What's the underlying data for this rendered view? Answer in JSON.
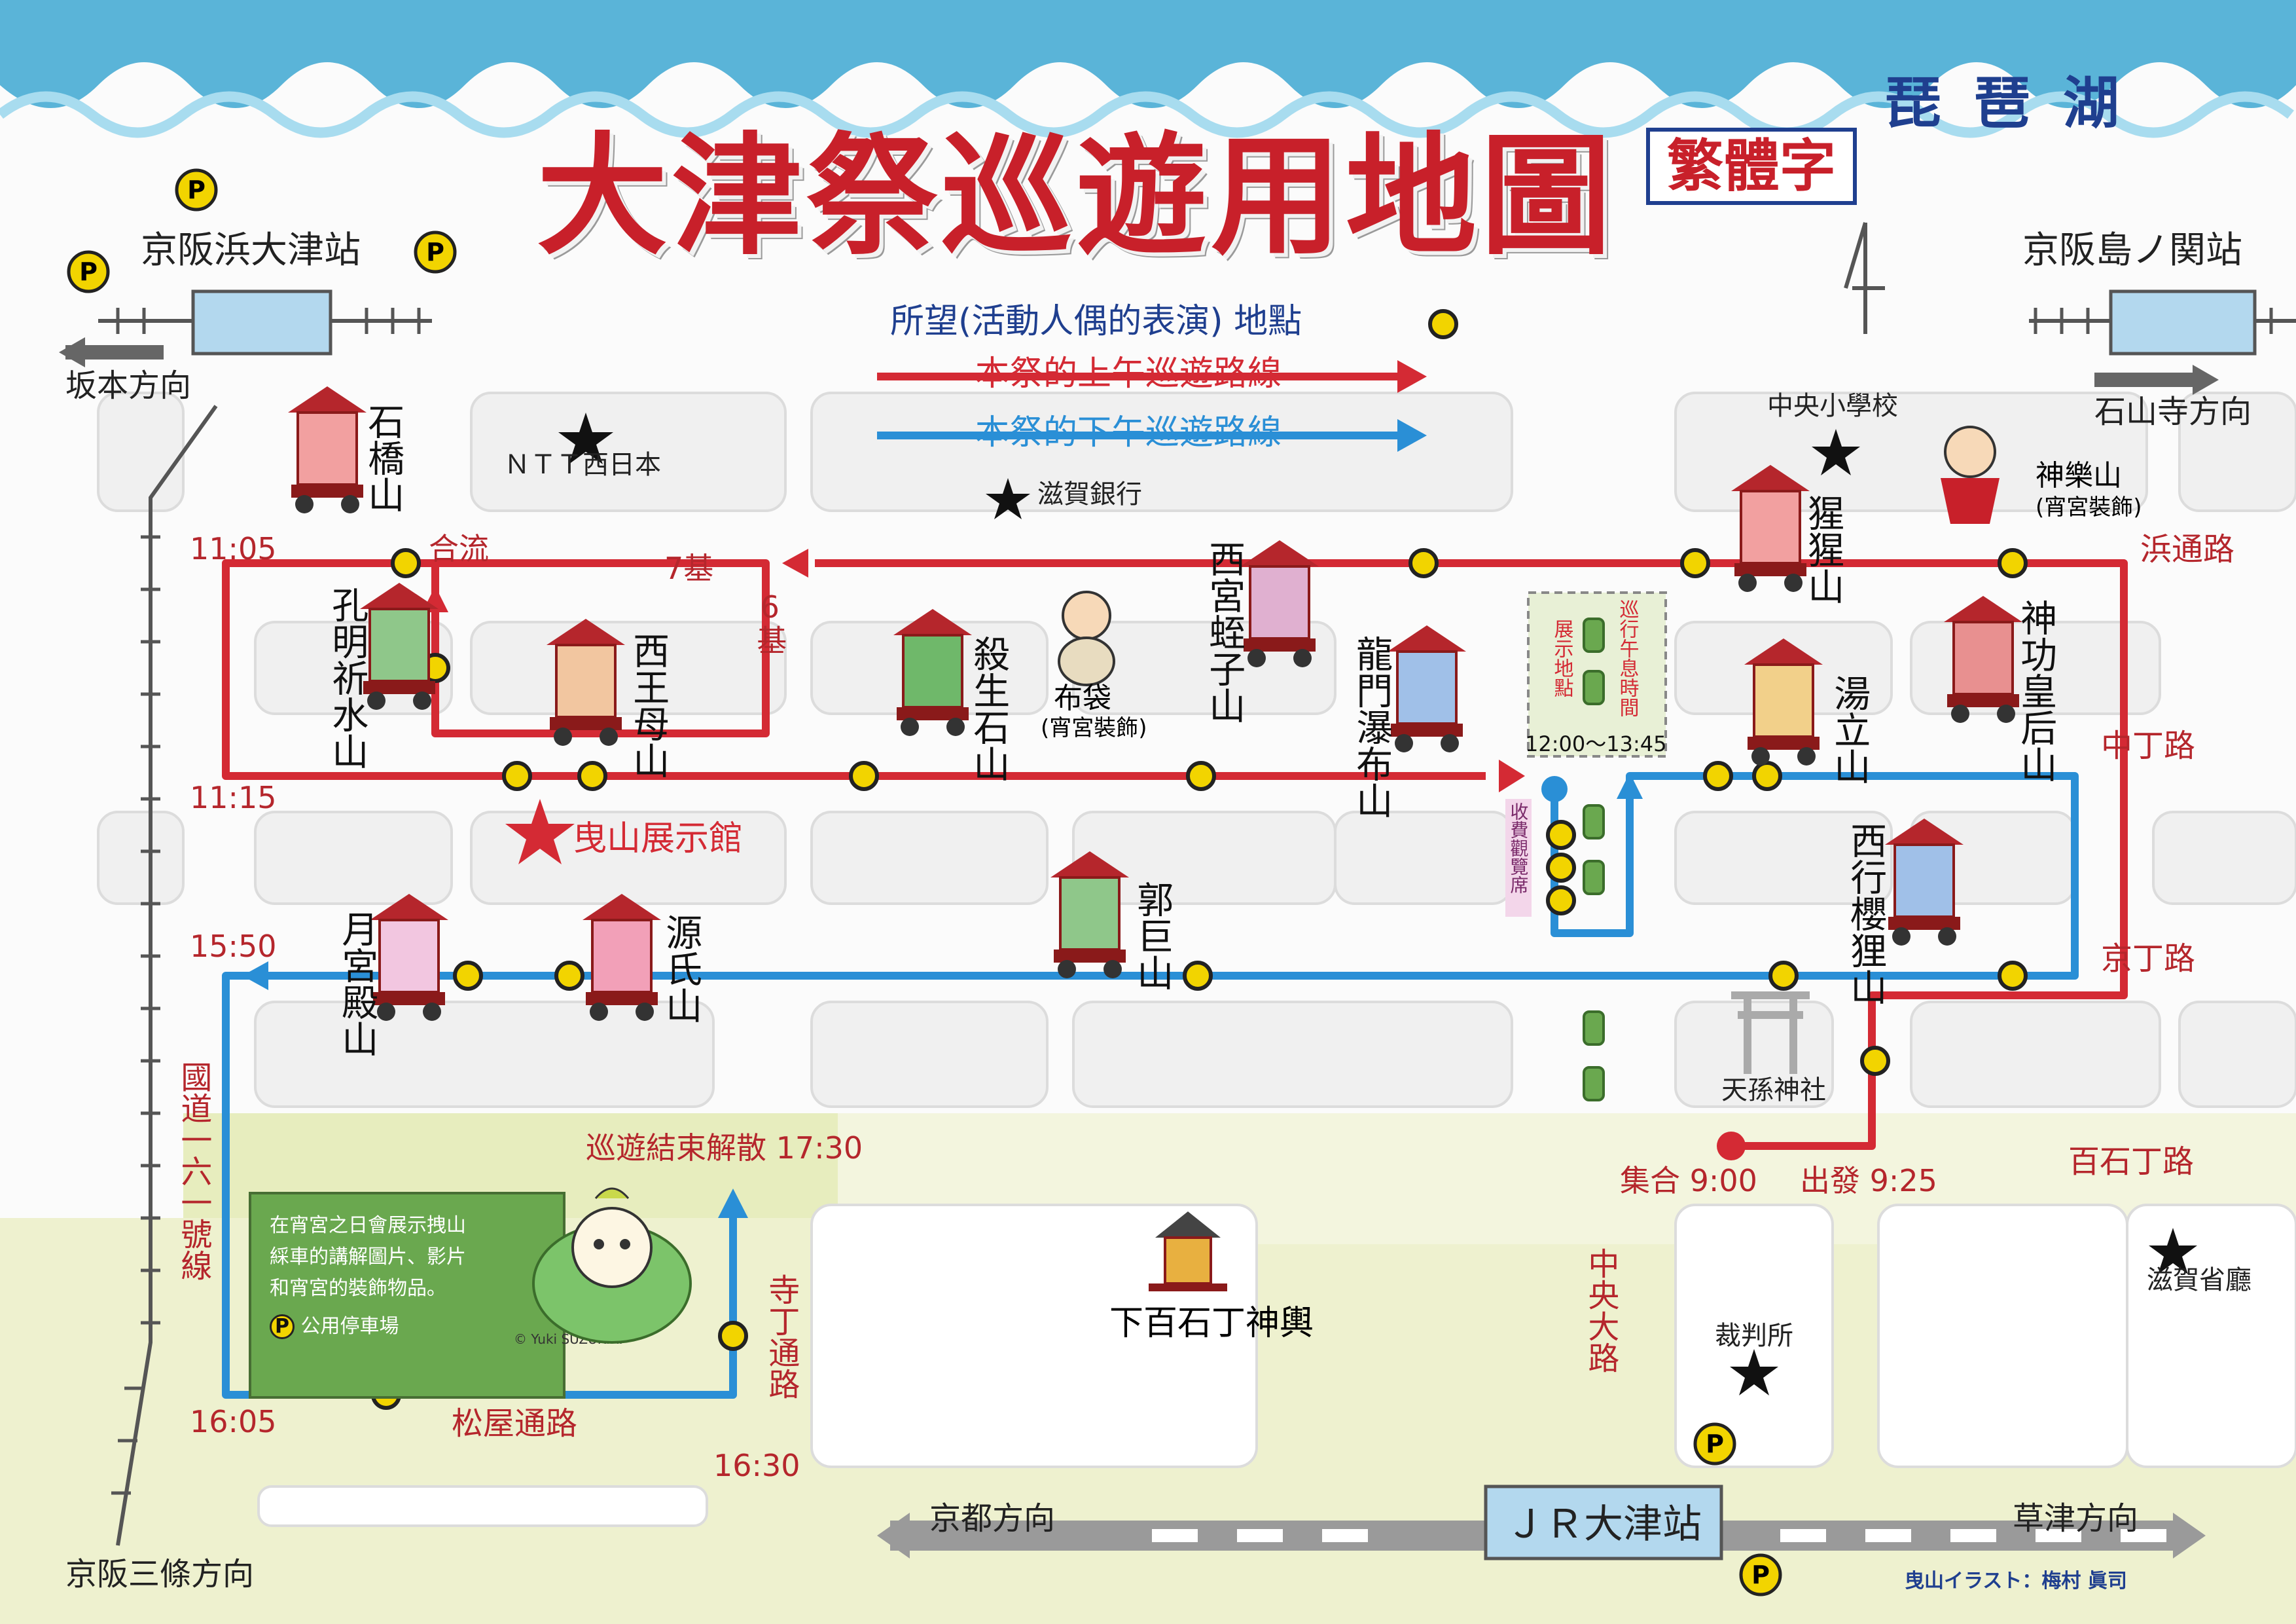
{
  "title": "大津祭巡遊用地圖",
  "badge": "繁體字",
  "lake": "琵琶湖",
  "stations": {
    "hamaotsu": "京阪浜大津站",
    "shimanoseki": "京阪島ノ関站",
    "jr": "ＪＲ大津站"
  },
  "directions": {
    "sakamoto": "坂本方向",
    "ishiyamadera": "石山寺方向",
    "keihan_sanjo": "京阪三條方向",
    "kyoto": "京都方向",
    "kusatsu": "草津方向"
  },
  "legend": {
    "show_spot": "所望(活動人偶的表演) 地點",
    "morning_route": "本祭的上午巡遊路線",
    "afternoon_route": "本祭的下午巡遊路線"
  },
  "colors": {
    "morning": "#d42a34",
    "afternoon": "#2a8fd6",
    "spot": "#f2d400",
    "title": "#c8202a",
    "sea": "#5ab4d8"
  },
  "roads": {
    "hama": "浜通路",
    "naka": "中丁路",
    "kyo": "京丁路",
    "hyakkoku": "百石丁路",
    "chuo": "中央大路",
    "tera": "寺丁通路",
    "matsuya": "松屋通路",
    "kokudo": "國道一六一號線"
  },
  "times": {
    "t1105": "11:05",
    "t1115": "11:15",
    "t1550": "15:50",
    "t1605": "16:05",
    "t1630": "16:30",
    "rest": "12:00～13:45",
    "gather": "集合 9:00",
    "depart": "出發 9:25",
    "end": "巡遊結束解散 17:30"
  },
  "markers": {
    "goryu": "合流",
    "seven": "7基",
    "six": "6基",
    "rest_label": "巡行午息時間",
    "exhibit_spot": "展示地點",
    "paid_seats": "收費觀覽席"
  },
  "floats": {
    "ishibashi": "石橋山",
    "komei": "孔明祈水山",
    "seiobo": "西王母山",
    "sessho": "殺生石山",
    "nishinomiya": "西宮蛭子山",
    "ryumon": "龍門瀑布山",
    "shojo": "猩猩山",
    "yutate": "湯立山",
    "jingu": "神功皇后山",
    "tsukimiya": "月宮殿山",
    "genji": "源氏山",
    "kakkyo": "郭巨山",
    "saigyo": "西行櫻狸山",
    "kagura": "神樂山",
    "kagura_note": "(宵宮裝飾)",
    "hotei": "布袋",
    "hotei_note": "(宵宮裝飾)",
    "mikoshi": "下百石丁神輿"
  },
  "landmarks": {
    "ntt": "ＮＴＴ西日本",
    "shiga_bank": "滋賀銀行",
    "chuo_school": "中央小學校",
    "hikiyama_hall": "曳山展示館",
    "tenson": "天孫神社",
    "court": "裁判所",
    "pref": "滋賀省廳"
  },
  "parking": "P",
  "note": {
    "line1": "在宵宮之日會展示拽山",
    "line2": "綵車的講解圖片、影片",
    "line3": "和宵宮的裝飾物品。",
    "parking": "公用停車場",
    "copyright": "© Yuki SUZUKIRI"
  },
  "credit": "曳山イラスト：梅村 眞司"
}
